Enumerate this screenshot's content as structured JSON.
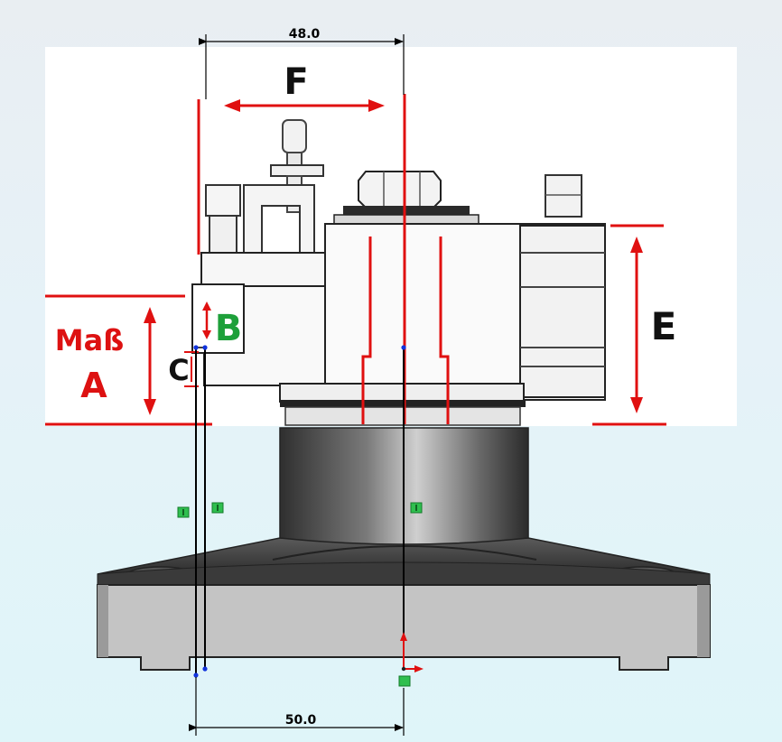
{
  "dimensions": {
    "top": "48.0",
    "bottom": "50.0"
  },
  "labels": {
    "f": "F",
    "e": "E",
    "mass_line1": "Maß",
    "mass_line2": "A",
    "b": "B",
    "c": "C"
  },
  "colors": {
    "red": "#d11111",
    "green": "#1ea03a",
    "dark": "#3a3a3a",
    "base_gray": "#c4c4c4"
  },
  "icons": {
    "constraint": "vertical-constraint-icon",
    "origin": "origin-icon"
  }
}
